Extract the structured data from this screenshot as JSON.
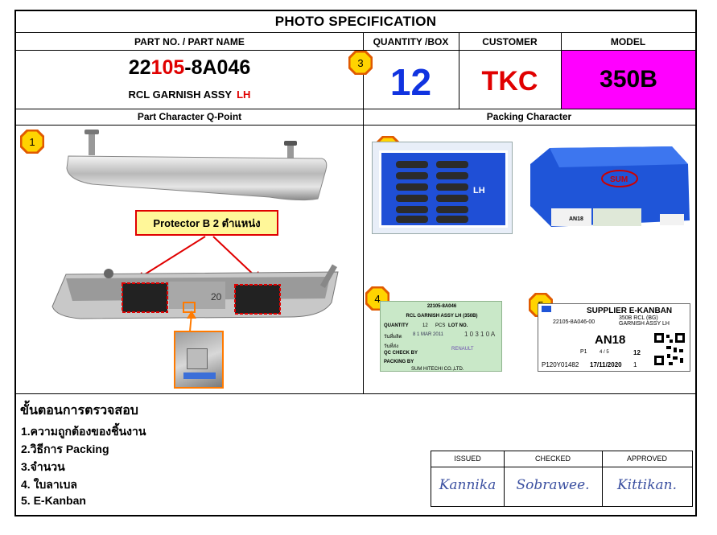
{
  "title": "PHOTO  SPECIFICATION",
  "headers": {
    "part": "PART NO. / PART NAME",
    "quantity": "QUANTITY /BOX",
    "customer": "CUSTOMER",
    "model": "MODEL",
    "part_character": "Part Character Q-Point",
    "packing_character": "Packing Character"
  },
  "part": {
    "no_prefix": "22",
    "no_highlight": "105",
    "no_suffix": "-8A046",
    "name": "RCL GARNISH ASSY",
    "side": "LH"
  },
  "quantity": "12",
  "customer": "TKC",
  "model": "350B",
  "badges": [
    "1",
    "2",
    "3",
    "4",
    "5"
  ],
  "protector_note": "Protector B 2 ตำแหน่ง",
  "photos": {
    "tray_text": "LH",
    "box_logo": "SUM",
    "box_label": "AN18",
    "part_stamp": "20"
  },
  "lot_label": {
    "part_no": "22105-8A046",
    "part_name": "RCL GARNISH ASSY LH (350B)",
    "quantity_label": "QUANTITY",
    "quantity_value": "12",
    "pcs": "PCS",
    "lot_no": "LOT NO.",
    "lot_value": "1 0 3 1 0 A",
    "row3": "วันที่ผลิต",
    "date": "8 1 MAR 2011",
    "row4": "วันที่ส่ง",
    "qc": "QC CHECK BY",
    "packing": "PACKING BY",
    "stamp": "RENAULT",
    "company": "SUM HITECHI CO.,LTD."
  },
  "ekanban": {
    "title": "SUPPLIER E-KANBAN",
    "part_code": "22105-8A046-00",
    "desc": "350B RCL (BG) GARNISH ASSY LH",
    "big": "AN18",
    "p": "P1",
    "page": "4 / 5",
    "qty": "12",
    "serial": "P120Y01482",
    "date": "17/11/2020",
    "last": "1"
  },
  "steps": {
    "title": "ขั้นตอนการตรวจสอบ",
    "items": [
      "1.ความถูกต้องของชิ้นงาน",
      "2.วิธีการ Packing",
      "3.จำนวน",
      "4. ใบลาเบล",
      "5. E-Kanban"
    ]
  },
  "signoff": {
    "issued": "ISSUED",
    "checked": "CHECKED",
    "approved": "APPROVED",
    "issued_sig": "Kannika",
    "checked_sig": "Sobrawee.",
    "approved_sig": "Kittikan."
  },
  "colors": {
    "red": "#e00000",
    "blue": "#1033e0",
    "magenta": "#ff00ff",
    "badge_fill": "#ffd400",
    "badge_border": "#e05a00"
  }
}
